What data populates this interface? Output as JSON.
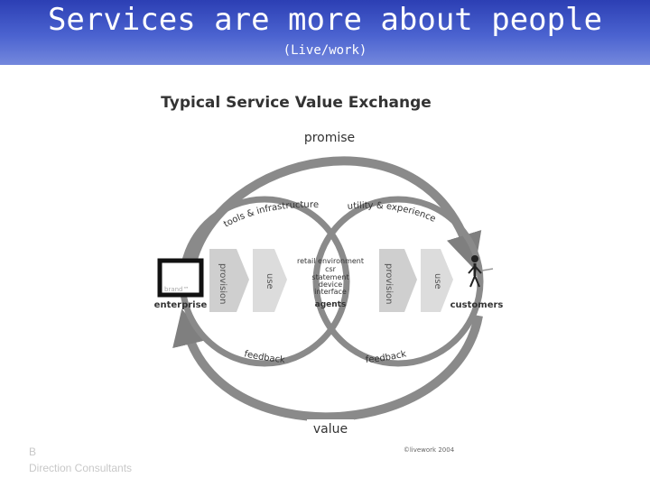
{
  "header": {
    "title": "Services are more about people",
    "subtitle": "(Live/work)"
  },
  "diagram": {
    "title": "Typical Service Value Exchange",
    "promise": "promise",
    "value": "value",
    "tools": "tools & infrastructure",
    "utility": "utility & experience",
    "feedback_left": "feedback",
    "feedback_right": "feedback",
    "provision_left": "provision",
    "use_left": "use",
    "provision_right": "provision",
    "use_right": "use",
    "enterprise": "enterprise",
    "brand": "brand™",
    "customers": "customers",
    "center": [
      "retail environment",
      "csr",
      "statement",
      "device",
      "interface",
      "agents"
    ],
    "copyright": "©livework 2004"
  },
  "footer": {
    "line1": "B",
    "line2": "Direction Consultants"
  },
  "colors": {
    "banner": "#3a50c4",
    "ring": "#7f7f7f",
    "arrow_fill": "#cfcfcf"
  }
}
